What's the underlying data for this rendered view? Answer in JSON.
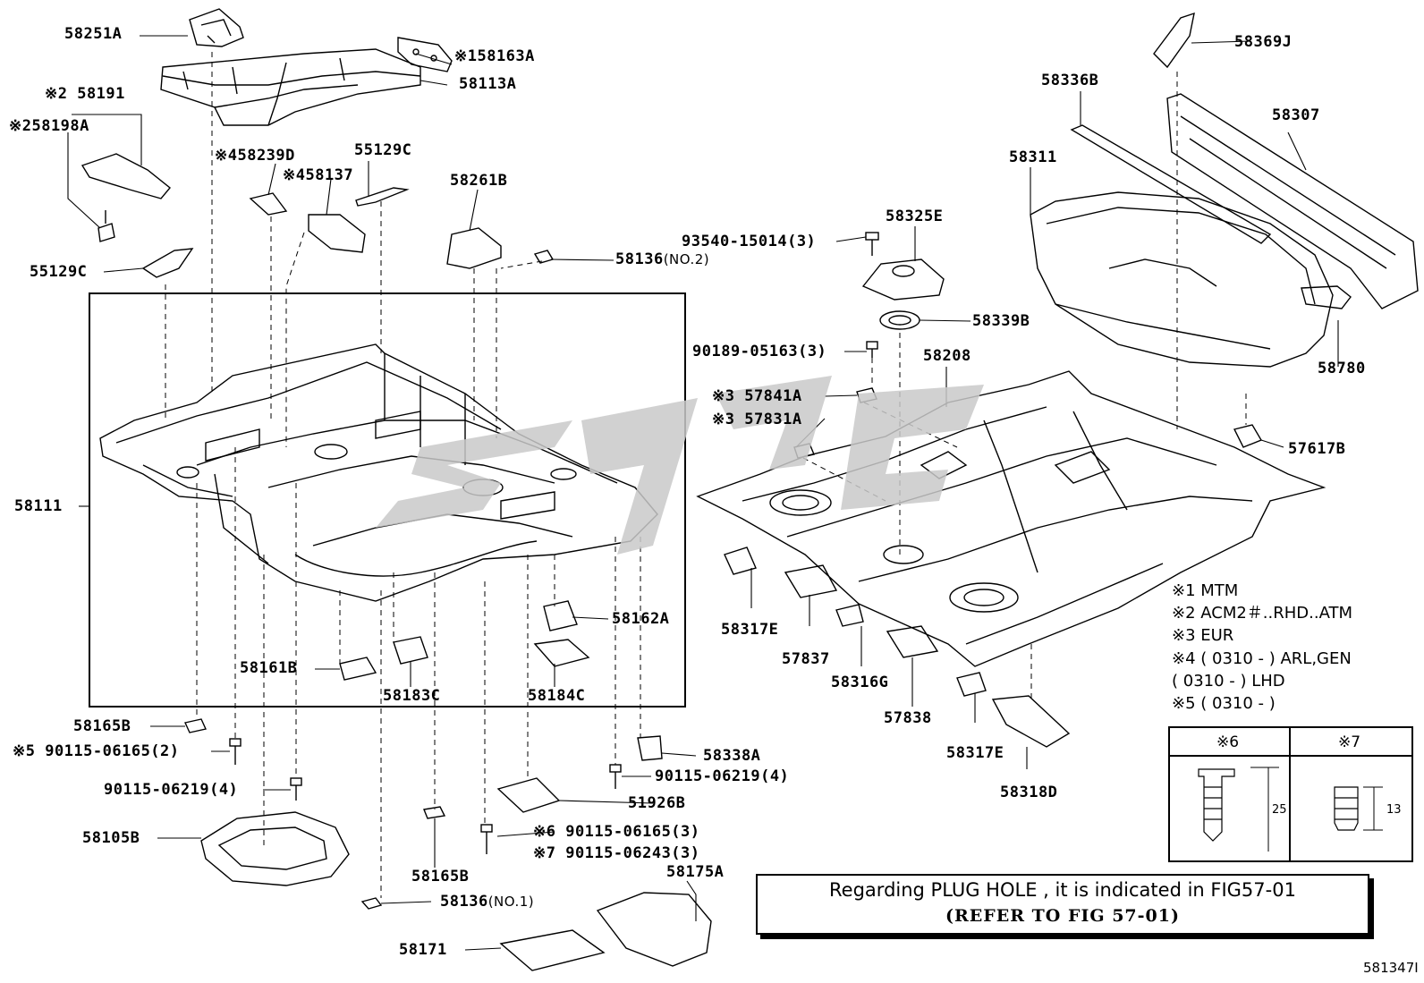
{
  "labels": {
    "p58251A": "58251A",
    "p58163A": "※158163A",
    "p58113A": "58113A",
    "p58191": "※2 58191",
    "p58198A": "※258198A",
    "p58239D": "※458239D",
    "p55129C_top": "55129C",
    "p58137": "※458137",
    "p58261B": "58261B",
    "p55129C_left": "55129C",
    "p58136_no2": "58136",
    "p58136_no2_suffix": "(NO.2)",
    "p58369J": "58369J",
    "p58336B": "58336B",
    "p58307": "58307",
    "p58311": "58311",
    "p58325E": "58325E",
    "p93540": "93540-15014(3)",
    "p58339B": "58339B",
    "p90189": "90189-05163(3)",
    "p58208": "58208",
    "p58780": "58780",
    "p57841A": "※3 57841A",
    "p57831A": "※3 57831A",
    "p57617B": "57617B",
    "p58111": "58111",
    "p58162A": "58162A",
    "p58317E_a": "58317E",
    "p57837": "57837",
    "p58316G": "58316G",
    "p57838": "57838",
    "p58317E_b": "58317E",
    "p58318D": "58318D",
    "p58161B": "58161B",
    "p58183C": "58183C",
    "p58184C": "58184C",
    "p58165B_a": "58165B",
    "p90115_06165_2": "※5 90115-06165(2)",
    "p58338A": "58338A",
    "p90115_06219_4_l": "90115-06219(4)",
    "p90115_06219_4_r": "90115-06219(4)",
    "p51926B": "51926B",
    "p58105B": "58105B",
    "p90115_06165_3": "※6 90115-06165(3)",
    "p90115_06243_3": "※7 90115-06243(3)",
    "p58165B_b": "58165B",
    "p58175A": "58175A",
    "p58136_no1": "58136",
    "p58136_no1_suffix": "(NO.1)",
    "p58171": "58171"
  },
  "notes": [
    "※1 MTM",
    "※2 ACM2＃..RHD..ATM",
    "※3 EUR",
    "※4 ( 0310 -        ) ARL,GEN",
    "     ( 0310 -        ) LHD",
    "※5 ( 0310 -        )"
  ],
  "clip_table": {
    "col1": "※6",
    "col2": "※7",
    "dim1": "25",
    "dim2": "13"
  },
  "plug_hole": {
    "line1": "Regarding  PLUG HOLE , it is indicated in FIG57-01",
    "line2": "(REFER TO FIG   57-01)"
  },
  "figure_number": "581347I",
  "colors": {
    "ink": "#000000",
    "watermark": "#c9c9c9",
    "paper": "#ffffff"
  }
}
